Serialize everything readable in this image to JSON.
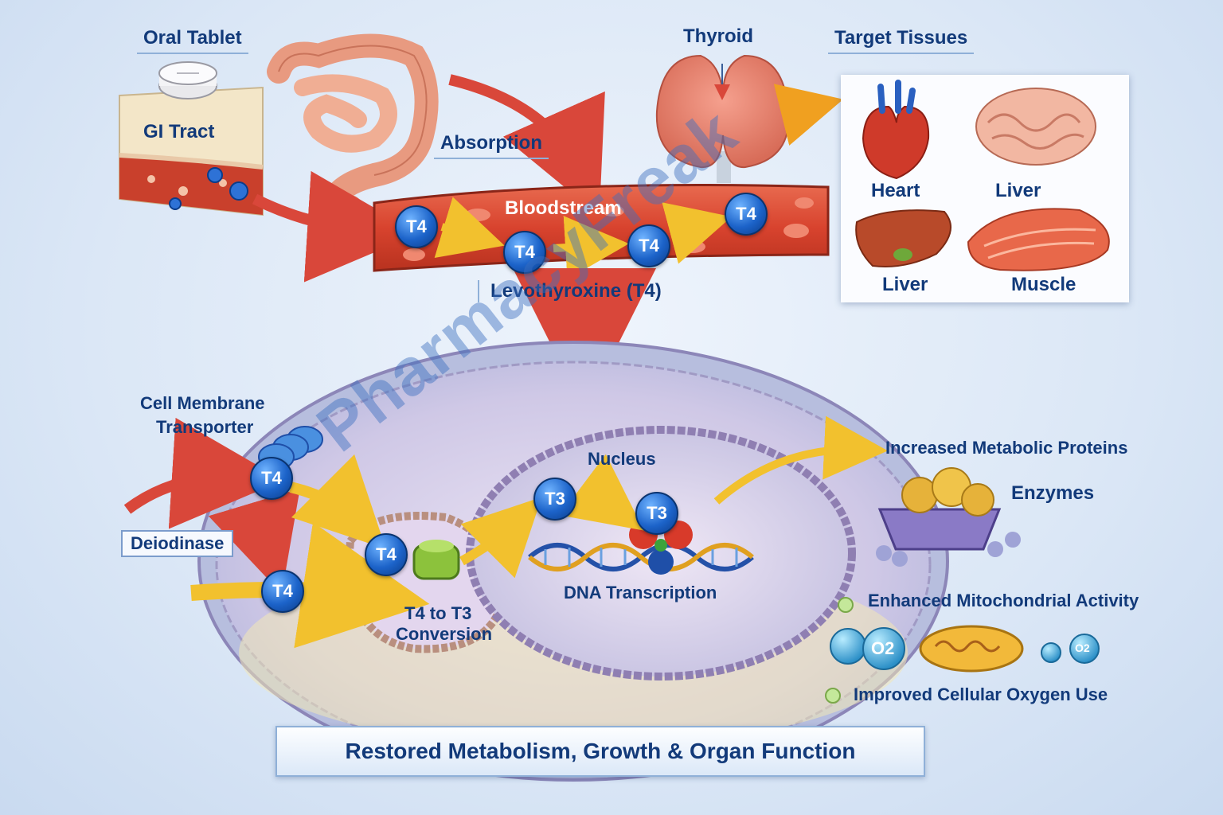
{
  "labels": {
    "oral_tablet": "Oral Tablet",
    "gi_tract": "GI Tract",
    "absorption": "Absorption",
    "bloodstream": "Bloodstream",
    "levothyroxine": "Levothyroxine (T4)",
    "thyroid": "Thyroid",
    "target_tissues": "Target  Tissues",
    "cell_membrane_transporter_line1": "Cell Membrane",
    "cell_membrane_transporter_line2": "Transporter",
    "deiodinase": "Deiodinase",
    "nucleus": "Nucleus",
    "dna_transcription": "DNA Transcription",
    "conversion_line1": "T4 to T3",
    "conversion_line2": "Conversion",
    "increased_metabolic_proteins": "Increased Metabolic Proteins",
    "enzymes": "Enzymes",
    "enhanced_mito": "Enhanced Mitochondrial Activity",
    "improved_oxygen": "Improved Cellular Oxygen Use",
    "banner": "Restored Metabolism, Growth & Organ Function",
    "watermark": "PharmacyFreak"
  },
  "tissues": [
    {
      "label": "Heart"
    },
    {
      "label": "Liver"
    },
    {
      "label": "Liver"
    },
    {
      "label": "Muscle"
    }
  ],
  "badges": {
    "t4": "T4",
    "t3": "T3",
    "o2": "O2"
  },
  "colors": {
    "arrow_red": "#d9473a",
    "arrow_yellow": "#f2c12e",
    "badge_blue": "#1c63c9",
    "label_navy": "#123a7a"
  }
}
